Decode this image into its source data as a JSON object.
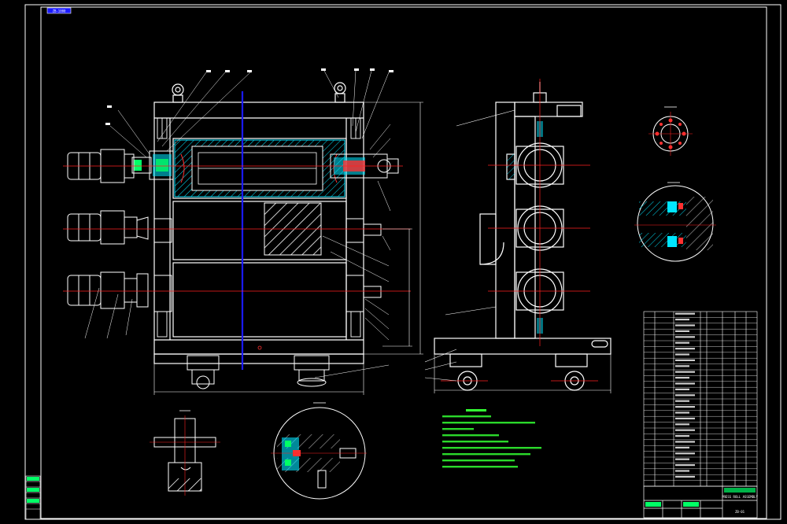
{
  "drawing_code": "ZB-1000",
  "colors": {
    "background": "#000000",
    "outline": "#ffffff",
    "center_line": "#ff2020",
    "highlight": "#1a1aff",
    "notes": "#33ff33",
    "hatch": "#00e5ff",
    "fill_red": "#ff3030",
    "fill_green": "#00ff66"
  },
  "title_block": {
    "drawing_title": "PRESS ROLL ASSEMBLY",
    "number": "ZB-01"
  }
}
